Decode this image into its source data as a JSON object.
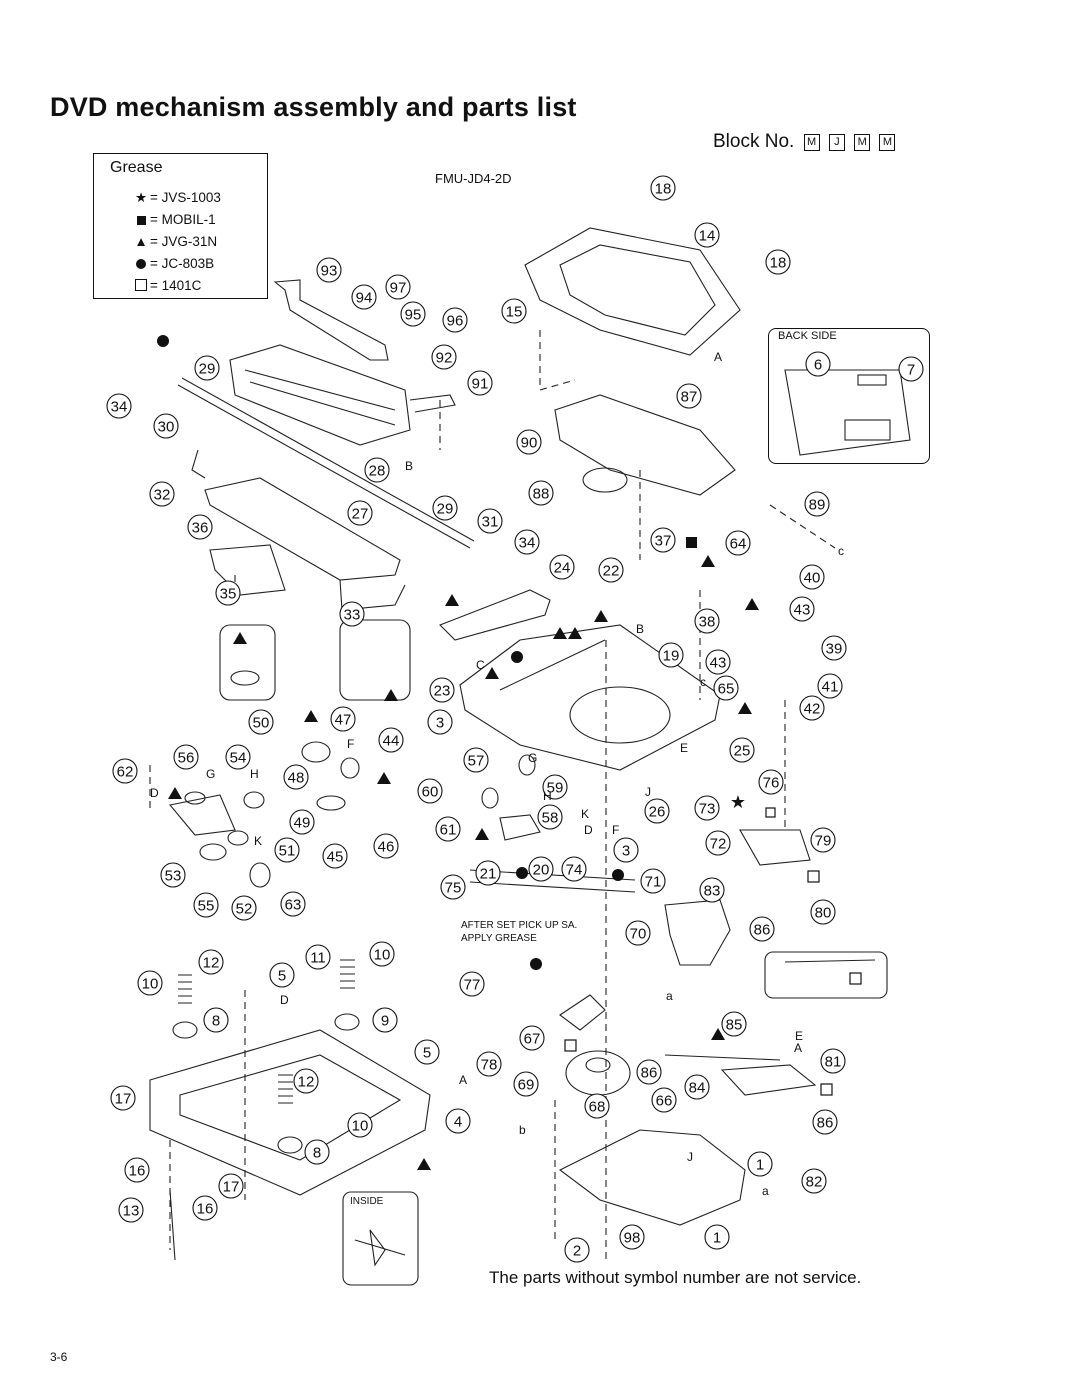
{
  "title": "DVD mechanism assembly and parts list",
  "block": {
    "label": "Block No.",
    "codes": [
      "M",
      "J",
      "M",
      "M"
    ]
  },
  "model": "FMU-JD4-2D",
  "grease": {
    "title": "Grease",
    "items": [
      {
        "symbol": "star-icon",
        "text": "= JVS-1003"
      },
      {
        "symbol": "filled-square-icon",
        "text": "= MOBIL-1"
      },
      {
        "symbol": "filled-triangle-icon",
        "text": "= JVG-31N"
      },
      {
        "symbol": "filled-circle-icon",
        "text": "= JC-803B"
      },
      {
        "symbol": "open-square-icon",
        "text": "= 1401C"
      }
    ]
  },
  "back_side_label": "BACK SIDE",
  "after_note": [
    "AFTER SET PICK UP SA.",
    "APPLY GREASE"
  ],
  "inside_label": "INSIDE",
  "footer_note": "The parts without symbol number are not service.",
  "page_number": "3-6",
  "callouts": [
    "18",
    "14",
    "18",
    "93",
    "94",
    "97",
    "95",
    "96",
    "15",
    "92",
    "91",
    "29",
    "34",
    "30",
    "87",
    "90",
    "6",
    "7",
    "28",
    "32",
    "27",
    "29",
    "88",
    "31",
    "89",
    "36",
    "34",
    "37",
    "64",
    "24",
    "22",
    "40",
    "35",
    "33",
    "38",
    "43",
    "19",
    "39",
    "43",
    "41",
    "23",
    "65",
    "42",
    "50",
    "47",
    "44",
    "3",
    "25",
    "56",
    "54",
    "62",
    "57",
    "48",
    "59",
    "76",
    "60",
    "58",
    "26",
    "73",
    "49",
    "61",
    "72",
    "79",
    "51",
    "45",
    "46",
    "3",
    "53",
    "21",
    "20",
    "74",
    "71",
    "83",
    "75",
    "55",
    "52",
    "63",
    "80",
    "70",
    "86",
    "12",
    "10",
    "11",
    "10",
    "5",
    "77",
    "8",
    "9",
    "85",
    "67",
    "5",
    "81",
    "12",
    "78",
    "69",
    "86",
    "84",
    "17",
    "66",
    "68",
    "10",
    "4",
    "86",
    "16",
    "8",
    "1",
    "17",
    "82",
    "13",
    "16",
    "2",
    "98",
    "1"
  ],
  "letter_labels": [
    "A",
    "B",
    "C",
    "c",
    "D",
    "E",
    "F",
    "G",
    "H",
    "J",
    "K",
    "a",
    "b"
  ]
}
